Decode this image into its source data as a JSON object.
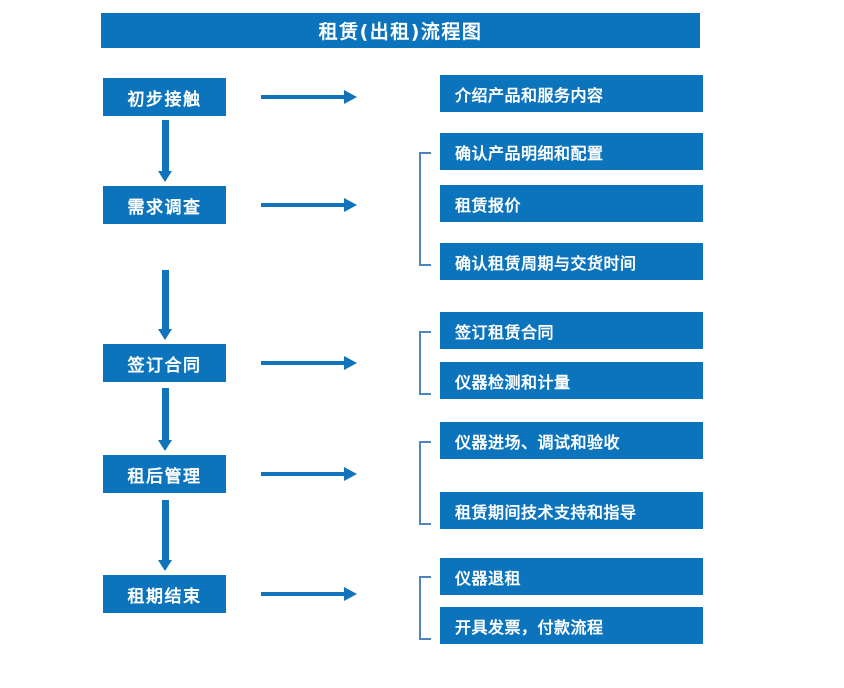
{
  "page": {
    "title": "租赁(出租)流程图",
    "background_color": "#ffffff",
    "box_color": "#0c74bd",
    "arrow_color": "#1173bb",
    "bracket_color": "#4d86bf",
    "text_color": "#ffffff"
  },
  "stages": [
    {
      "id": "stage-1",
      "label": "初步接触"
    },
    {
      "id": "stage-2",
      "label": "需求调查"
    },
    {
      "id": "stage-3",
      "label": "签订合同"
    },
    {
      "id": "stage-4",
      "label": "租后管理"
    },
    {
      "id": "stage-5",
      "label": "租期结束"
    }
  ],
  "details": [
    {
      "id": "detail-1",
      "label": "介绍产品和服务内容",
      "group": 1
    },
    {
      "id": "detail-2",
      "label": "确认产品明细和配置",
      "group": 2
    },
    {
      "id": "detail-3",
      "label": "租赁报价",
      "group": 2
    },
    {
      "id": "detail-4",
      "label": "确认租赁周期与交货时间",
      "group": 2
    },
    {
      "id": "detail-5",
      "label": "签订租赁合同",
      "group": 3
    },
    {
      "id": "detail-6",
      "label": "仪器检测和计量",
      "group": 3
    },
    {
      "id": "detail-7",
      "label": "仪器进场、调试和验收",
      "group": 4
    },
    {
      "id": "detail-8",
      "label": "租赁期间技术支持和指导",
      "group": 4
    },
    {
      "id": "detail-9",
      "label": "仪器退租",
      "group": 5
    },
    {
      "id": "detail-10",
      "label": "开具发票，付款流程",
      "group": 5
    }
  ],
  "connectors": {
    "horizontal_arrows": 5,
    "vertical_arrows": 4,
    "group_brackets": 4
  }
}
